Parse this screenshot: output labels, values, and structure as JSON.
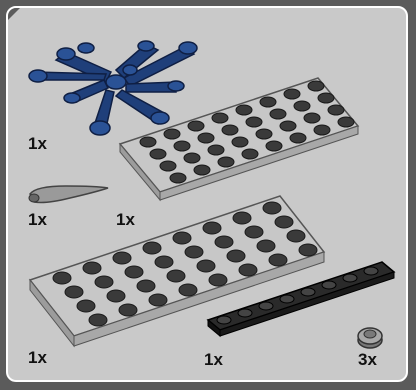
{
  "parts": [
    {
      "name": "blue-plant-leaves",
      "qty": "1x",
      "color": "#1f3f7a"
    },
    {
      "name": "gray-plate-4x8",
      "qty": "1x",
      "color": "#b9b9b9"
    },
    {
      "name": "gray-horn",
      "qty": "1x",
      "color": "#9a9a9a"
    },
    {
      "name": "gray-plate-4x8-second",
      "qty": "1x",
      "color": "#b9b9b9"
    },
    {
      "name": "black-plate-1x8",
      "qty": "1x",
      "color": "#1e1e1e"
    },
    {
      "name": "gray-round-plate",
      "qty": "3x",
      "color": "#8c8c8c"
    }
  ]
}
